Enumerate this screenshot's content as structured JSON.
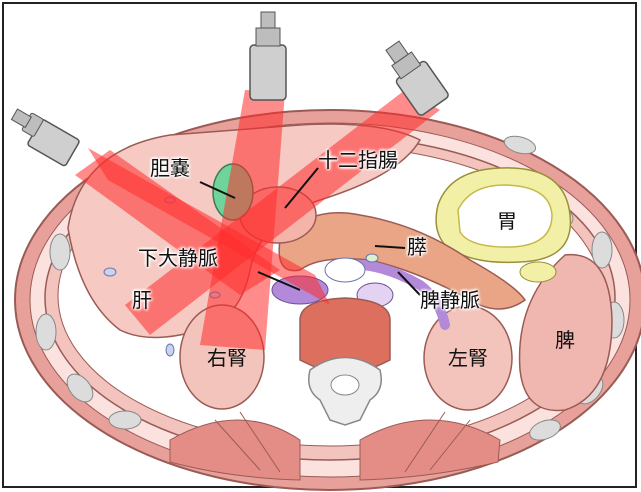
{
  "labels": {
    "gallbladder": "胆嚢",
    "duodenum": "十二指腸",
    "stomach": "胃",
    "pancreas": "膵",
    "ivc": "下大静脈",
    "liver": "肝",
    "splenic_vein": "脾静脈",
    "right_kidney": "右腎",
    "left_kidney": "左腎",
    "spleen": "脾"
  },
  "icons": [
    "ultrasound-probe-icon"
  ],
  "colors": {
    "beam": "#ff2b2b",
    "body_wall": "#e8a09a",
    "liver": "#f6c9c3",
    "gallbladder": "#6fd49a",
    "stomach": "#f2f0a6",
    "pancreas": "#e9a586",
    "probe": "#cfcfcf"
  }
}
